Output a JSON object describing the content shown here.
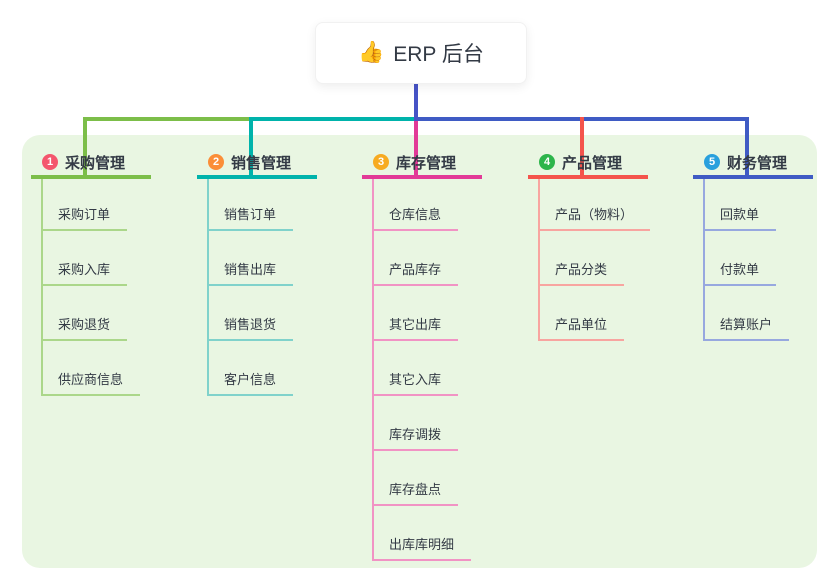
{
  "root": {
    "icon": "👍",
    "label": "ERP 后台"
  },
  "colors": {
    "canvas_bg": "#ffffff",
    "panel_bg": "#e9f6e2",
    "text": "#333a45",
    "root_connector": "#4653c6"
  },
  "branches": [
    {
      "number": "1",
      "title": "采购管理",
      "badge_color": "#f4566d",
      "line_color": "#7cbe49",
      "light_line_color": "#abd78a",
      "children": [
        "采购订单",
        "采购入库",
        "采购退货",
        "供应商信息"
      ]
    },
    {
      "number": "2",
      "title": "销售管理",
      "badge_color": "#fb8e38",
      "line_color": "#00b3ab",
      "light_line_color": "#80d2cb",
      "children": [
        "销售订单",
        "销售出库",
        "销售退货",
        "客户信息"
      ]
    },
    {
      "number": "3",
      "title": "库存管理",
      "badge_color": "#f7ab21",
      "line_color": "#e23a97",
      "light_line_color": "#f193c4",
      "children": [
        "仓库信息",
        "产品库存",
        "其它出库",
        "其它入库",
        "库存调拨",
        "库存盘点",
        "出库库明细"
      ]
    },
    {
      "number": "4",
      "title": "产品管理",
      "badge_color": "#2db54b",
      "line_color": "#f4544c",
      "light_line_color": "#f8a5a0",
      "children": [
        "产品（物料）",
        "产品分类",
        "产品单位"
      ]
    },
    {
      "number": "5",
      "title": "财务管理",
      "badge_color": "#29a0dd",
      "line_color": "#3f5bc4",
      "light_line_color": "#97a8df",
      "children": [
        "回款单",
        "付款单",
        "结算账户"
      ]
    }
  ]
}
